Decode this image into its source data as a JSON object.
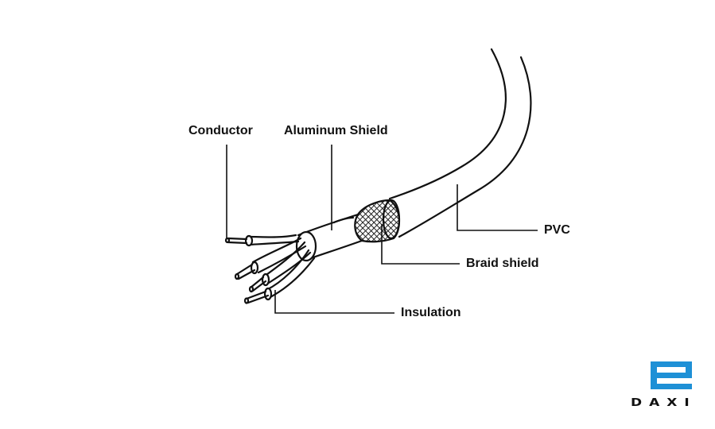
{
  "labels": {
    "conductor": "Conductor",
    "aluminum_shield": "Aluminum Shield",
    "pvc": "PVC",
    "braid_shield": "Braid shield",
    "insulation": "Insulation"
  },
  "logo": {
    "text": "DAXI",
    "color": "#1e90d6"
  }
}
